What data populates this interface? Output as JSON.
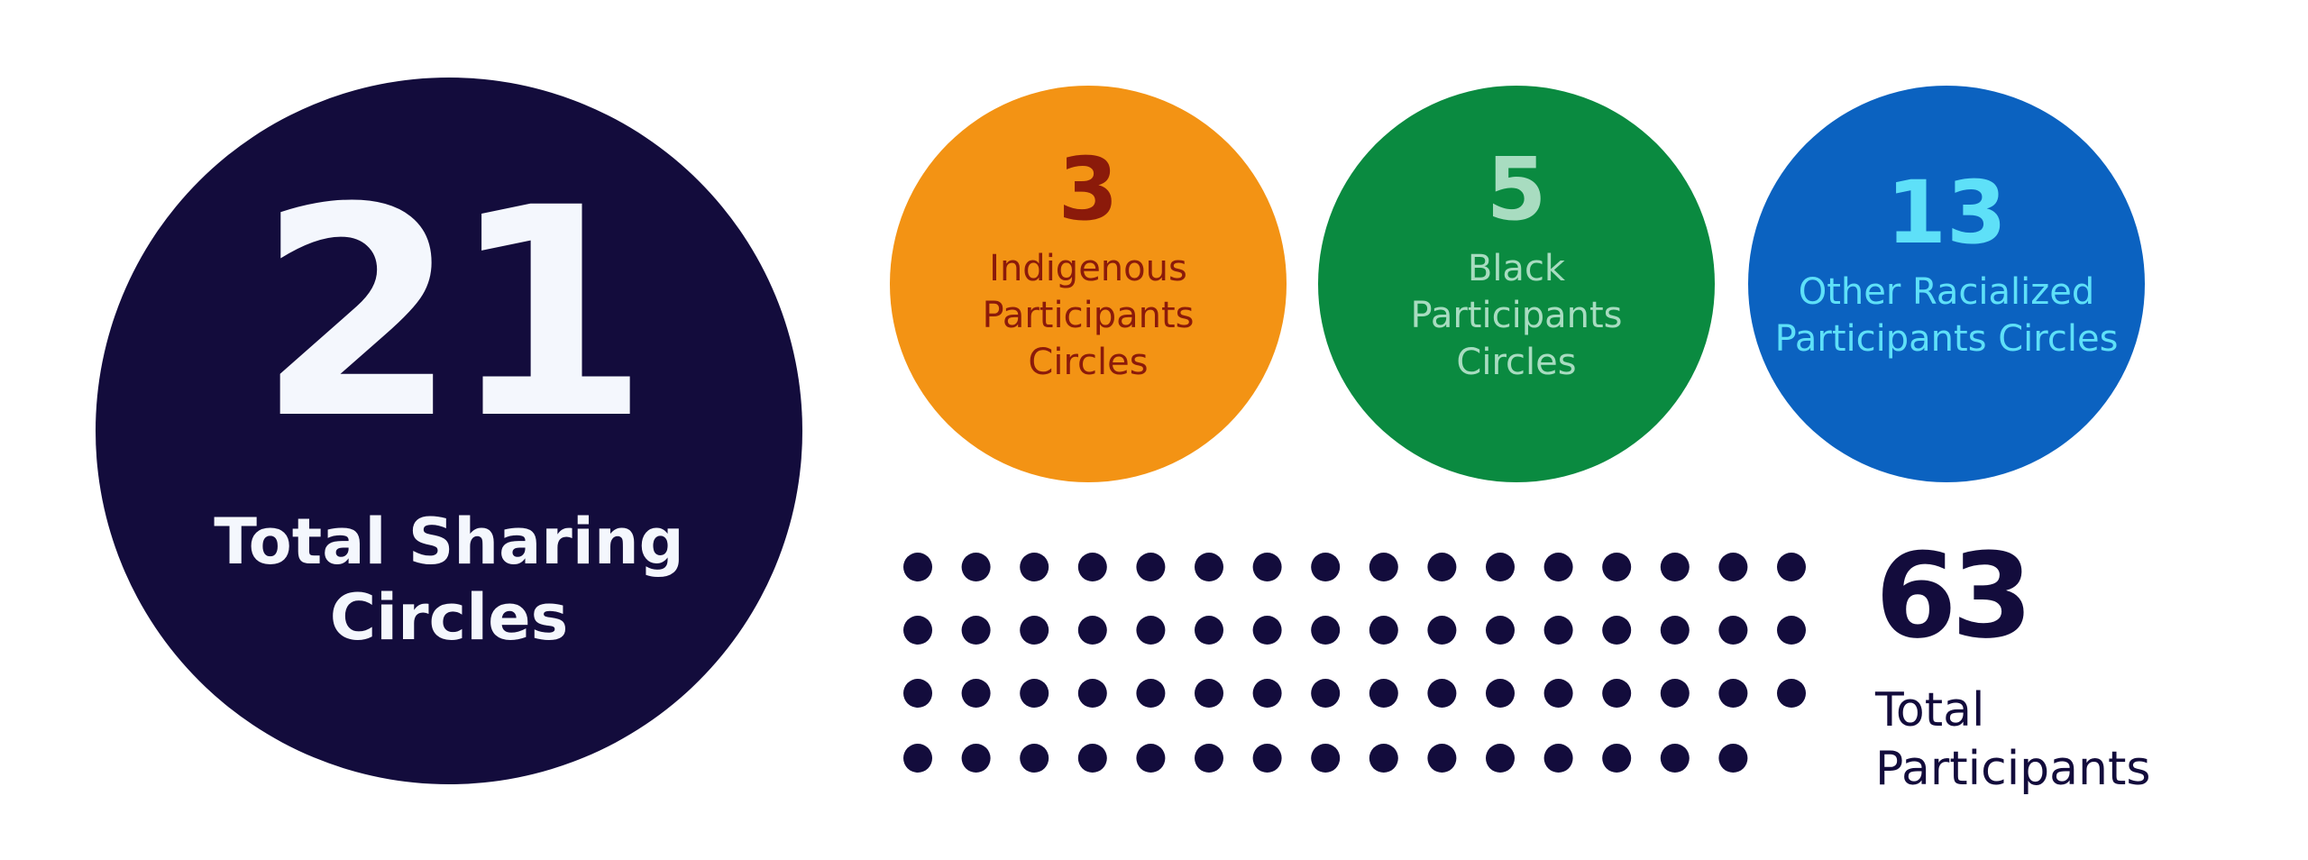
{
  "total_circles": {
    "value": "21",
    "label": "Total Sharing Circles",
    "color": "#130c3c"
  },
  "categories": [
    {
      "value": "3",
      "label": "Indigenous Participants Circles",
      "color": "#f39314",
      "text_color": "#8b1a0a"
    },
    {
      "value": "5",
      "label": "Black Participants Circles",
      "color": "#0a8a40",
      "text_color": "#a8dcc0"
    },
    {
      "value": "13",
      "label": "Other Racialized Participants Circles",
      "color": "#0b62c0",
      "text_color": "#5ee0f8"
    }
  ],
  "participants": {
    "value": "63",
    "label_line1": "Total",
    "label_line2": "Participants",
    "dot_count": 63,
    "dots_per_row": 16
  }
}
